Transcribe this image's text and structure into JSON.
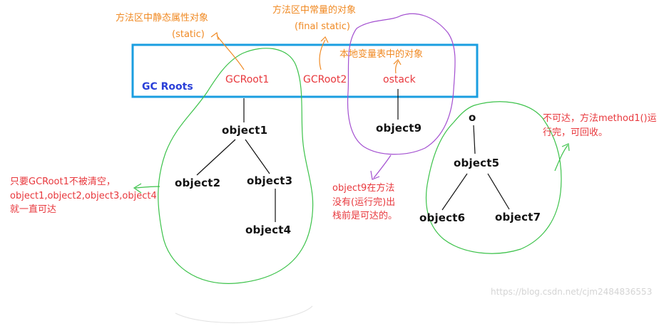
{
  "annotations": {
    "static_title": "方法区中静态属性对象",
    "static_sub": "(static)",
    "final_title": "方法区中常量的对象",
    "final_sub": "(final static)",
    "local_var": "本地变量表中的对象",
    "roots_label": "GC Roots"
  },
  "roots": [
    "GCRoot1",
    "GCRoot2",
    "ostack"
  ],
  "nodes": [
    "object1",
    "object2",
    "object3",
    "object4",
    "object9",
    "o",
    "object5",
    "object6",
    "object7"
  ],
  "notes": {
    "left": "只要GCRoot1不被清空，object1,object2,object3,object4就一直可达",
    "middle": "object9在方法没有(运行完)出栈前是可达的。",
    "right": "不可达，方法method1()运行完，可回收。"
  },
  "watermark": "https://blog.csdn.net/cjm2484836553",
  "colors": {
    "box": "#1a9ee0",
    "green": "#3cc24a",
    "purple": "#a34fd0",
    "orange": "#f08a24",
    "red": "#e8383d",
    "blue": "#2a3fd8"
  }
}
